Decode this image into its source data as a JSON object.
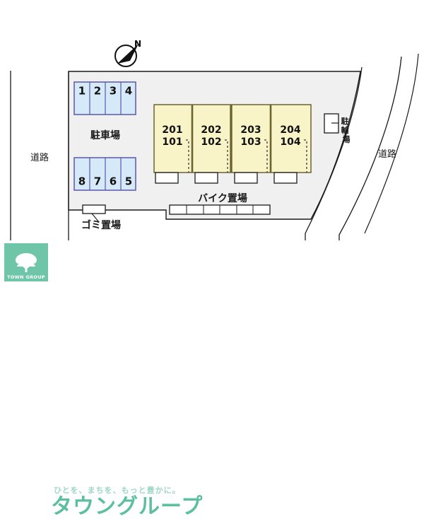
{
  "map": {
    "compass": {
      "label": "N",
      "name": "north-arrow"
    },
    "roads": {
      "left": "道路",
      "right": "道路"
    },
    "parking": {
      "label": "駐車場",
      "stalls_top": [
        "1",
        "2",
        "3",
        "4"
      ],
      "stalls_bottom": [
        "8",
        "7",
        "6",
        "5"
      ]
    },
    "building": {
      "units": [
        {
          "upper": "201",
          "lower": "101"
        },
        {
          "upper": "202",
          "lower": "102"
        },
        {
          "upper": "203",
          "lower": "103"
        },
        {
          "upper": "204",
          "lower": "104"
        }
      ]
    },
    "bicycle_parking": {
      "label": "駐輪場"
    },
    "motorcycle_parking": {
      "label": "バイク置場",
      "slots": 6
    },
    "trash_area": {
      "label": "ゴミ置場"
    }
  },
  "logo": {
    "badge_text": "TOWN GROUP",
    "tagline": "ひとを、まちを、もっと豊かに。",
    "brand": "タウングループ"
  },
  "colors": {
    "site_fill": "#f0f0f0",
    "stall_fill": "#d6e9f8",
    "stall_stroke": "#5b57a8",
    "building_fill": "#f9f4c8",
    "building_stroke": "#6b6430",
    "accent_green": "#5cbf9e",
    "badge_green": "#6ec5a8",
    "line": "#1a1a1a"
  }
}
